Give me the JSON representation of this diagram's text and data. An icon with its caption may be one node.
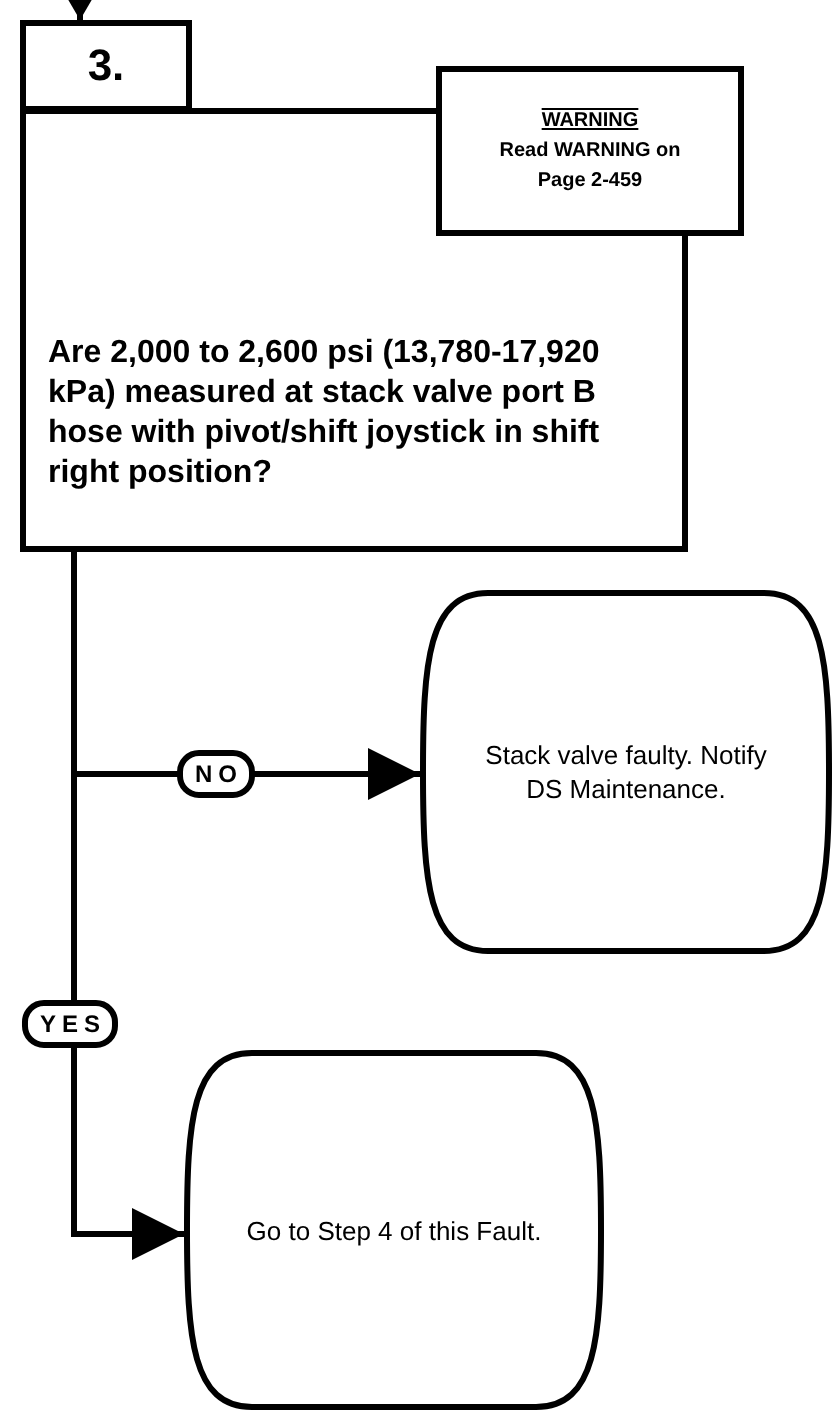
{
  "diagram": {
    "nodes": [
      {
        "text": [
          "3."
        ]
      },
      {
        "text": [
          "Are 2,000 to 2,600 psi (13,780-17,920 kPa) measured at stack valve port B hose with pivot/shift joystick in shift right position?"
        ]
      },
      {
        "text": [
          "WARNING",
          "Read WARNING on Page 2-459"
        ]
      },
      {
        "text": [
          "Stack valve faulty. Notify DS Maintenance."
        ]
      },
      {
        "text": [
          "Go to Step 4 of this Fault."
        ]
      }
    ],
    "edges": [
      {
        "from": null,
        "to": 0,
        "arrow": "to"
      },
      {
        "from": 1,
        "to": 3,
        "arrow": "to",
        "label": "NO"
      },
      {
        "from": 1,
        "to": 4,
        "arrow": "to",
        "label": "YES"
      }
    ]
  }
}
